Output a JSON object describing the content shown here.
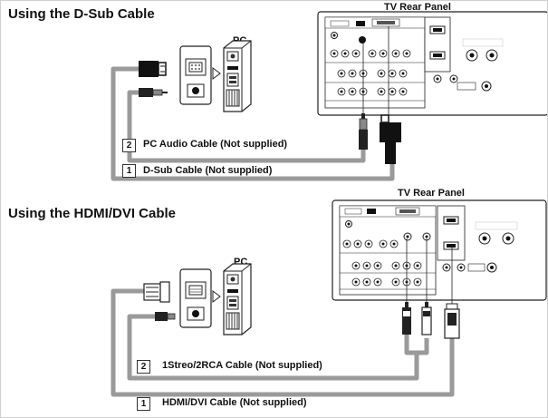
{
  "sections": [
    {
      "title": "Using the D-Sub Cable",
      "panel_title": "TV Rear Panel",
      "pc_label": "PC",
      "cables": [
        {
          "number": "2",
          "label": "PC Audio Cable (Not supplied)"
        },
        {
          "number": "1",
          "label": "D-Sub Cable (Not supplied)"
        }
      ]
    },
    {
      "title": "Using the HDMI/DVI Cable",
      "panel_title": "TV Rear Panel",
      "pc_label": "PC",
      "cables": [
        {
          "number": "2",
          "label": "1Streo/2RCA Cable (Not supplied)"
        },
        {
          "number": "1",
          "label": "HDMI/DVI Cable (Not supplied)"
        }
      ]
    }
  ],
  "colors": {
    "cable": "#9a9a9a",
    "line": "#222222",
    "panel_fill": "#ffffff",
    "jack_dark": "#111111"
  }
}
